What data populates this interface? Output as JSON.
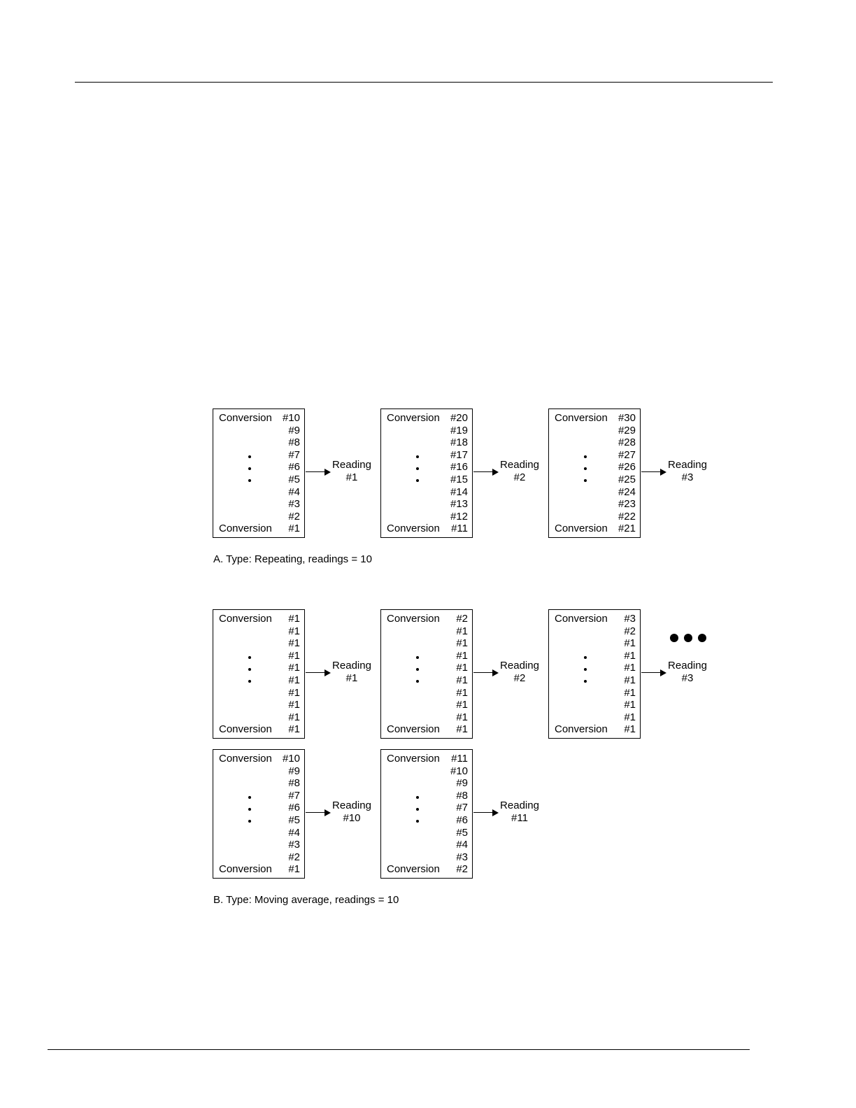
{
  "figure": {
    "panels": [
      {
        "name": "panel-a",
        "caption": "A. Type: Repeating, readings = 10",
        "groups": [
          {
            "conversions": [
              "#10",
              "#9",
              "#8",
              "#7",
              "#6",
              "#5",
              "#4",
              "#3",
              "#2",
              "#1"
            ],
            "reading": [
              "Reading",
              "#1"
            ]
          },
          {
            "conversions": [
              "#20",
              "#19",
              "#18",
              "#17",
              "#16",
              "#15",
              "#14",
              "#13",
              "#12",
              "#11"
            ],
            "reading": [
              "Reading",
              "#2"
            ]
          },
          {
            "conversions": [
              "#30",
              "#29",
              "#28",
              "#27",
              "#26",
              "#25",
              "#24",
              "#23",
              "#22",
              "#21"
            ],
            "reading": [
              "Reading",
              "#3"
            ]
          }
        ]
      },
      {
        "name": "panel-b",
        "caption": "B. Type: Moving average, readings = 10",
        "groups": [
          {
            "conversions": [
              "#1",
              "#1",
              "#1",
              "#1",
              "#1",
              "#1",
              "#1",
              "#1",
              "#1",
              "#1"
            ],
            "reading": [
              "Reading",
              "#1"
            ]
          },
          {
            "conversions": [
              "#2",
              "#1",
              "#1",
              "#1",
              "#1",
              "#1",
              "#1",
              "#1",
              "#1",
              "#1"
            ],
            "reading": [
              "Reading",
              "#2"
            ]
          },
          {
            "conversions": [
              "#3",
              "#2",
              "#1",
              "#1",
              "#1",
              "#1",
              "#1",
              "#1",
              "#1",
              "#1"
            ],
            "reading": [
              "Reading",
              "#3"
            ]
          },
          {
            "conversions": [
              "#10",
              "#9",
              "#8",
              "#7",
              "#6",
              "#5",
              "#4",
              "#3",
              "#2",
              "#1"
            ],
            "reading": [
              "Reading",
              "#10"
            ]
          },
          {
            "conversions": [
              "#11",
              "#10",
              "#9",
              "#8",
              "#7",
              "#6",
              "#5",
              "#4",
              "#3",
              "#2"
            ],
            "reading": [
              "Reading",
              "#11"
            ]
          }
        ]
      }
    ],
    "box_label": "Conversion"
  }
}
